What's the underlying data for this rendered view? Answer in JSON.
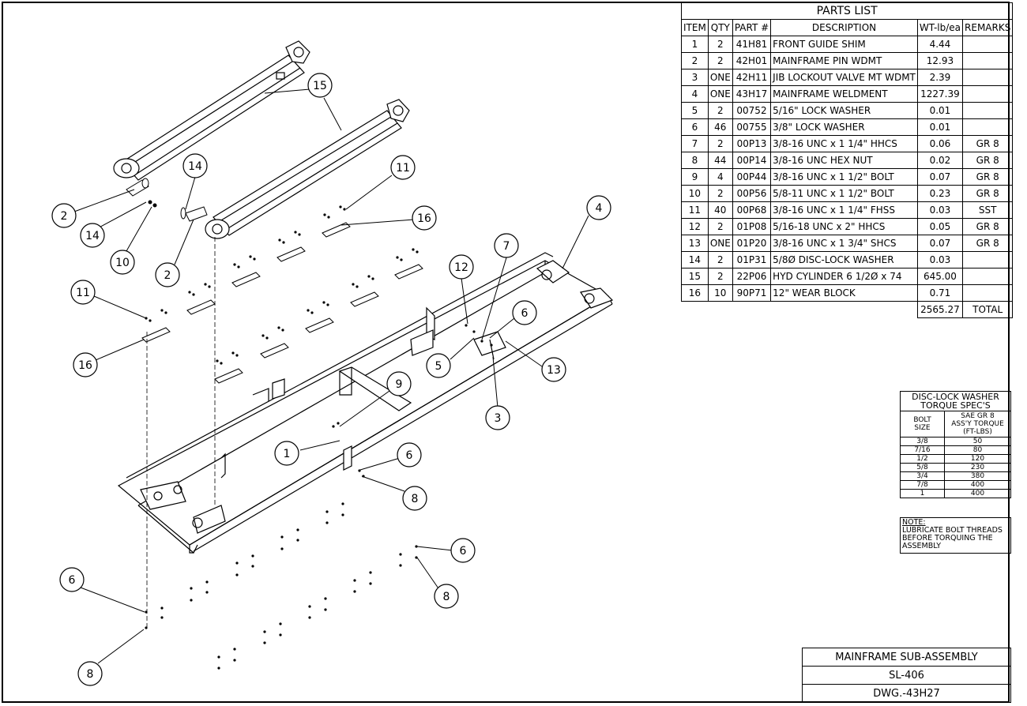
{
  "parts_list": {
    "title": "PARTS LIST",
    "headers": [
      "ITEM",
      "QTY",
      "PART #",
      "DESCRIPTION",
      "WT-lb/ea",
      "REMARKS"
    ],
    "rows": [
      [
        "1",
        "2",
        "41H81",
        "FRONT GUIDE SHIM",
        "4.44",
        ""
      ],
      [
        "2",
        "2",
        "42H01",
        "MAINFRAME PIN WDMT",
        "12.93",
        ""
      ],
      [
        "3",
        "ONE",
        "42H11",
        "JIB LOCKOUT VALVE MT WDMT",
        "2.39",
        ""
      ],
      [
        "4",
        "ONE",
        "43H17",
        "MAINFRAME WELDMENT",
        "1227.39",
        ""
      ],
      [
        "5",
        "2",
        "00752",
        "5/16\" LOCK WASHER",
        "0.01",
        ""
      ],
      [
        "6",
        "46",
        "00755",
        "3/8\" LOCK WASHER",
        "0.01",
        ""
      ],
      [
        "7",
        "2",
        "00P13",
        "3/8-16 UNC x 1 1/4\" HHCS",
        "0.06",
        "GR 8"
      ],
      [
        "8",
        "44",
        "00P14",
        "3/8-16 UNC HEX NUT",
        "0.02",
        "GR 8"
      ],
      [
        "9",
        "4",
        "00P44",
        "3/8-16 UNC x 1 1/2\" BOLT",
        "0.07",
        "GR 8"
      ],
      [
        "10",
        "2",
        "00P56",
        "5/8-11 UNC x 1 1/2\" BOLT",
        "0.23",
        "GR 8"
      ],
      [
        "11",
        "40",
        "00P68",
        "3/8-16 UNC x 1 1/4\" FHSS",
        "0.03",
        "SST"
      ],
      [
        "12",
        "2",
        "01P08",
        "5/16-18 UNC x 2\" HHCS",
        "0.05",
        "GR 8"
      ],
      [
        "13",
        "ONE",
        "01P20",
        "3/8-16 UNC x 1 3/4\" SHCS",
        "0.07",
        "GR 8"
      ],
      [
        "14",
        "2",
        "01P31",
        "5/8Ø DISC-LOCK WASHER",
        "0.03",
        ""
      ],
      [
        "15",
        "2",
        "22P06",
        "HYD CYLINDER 6 1/2Ø x 74",
        "645.00",
        ""
      ],
      [
        "16",
        "10",
        "90P71",
        "12\" WEAR BLOCK",
        "0.71",
        ""
      ]
    ],
    "total_weight": "2565.27",
    "total_label": "TOTAL"
  },
  "torque_spec": {
    "title_line1": "DISC-LOCK WASHER",
    "title_line2": "TORQUE SPEC'S",
    "col1_line1": "BOLT",
    "col1_line2": "SIZE",
    "col2_line1": "SAE GR 8",
    "col2_line2": "ASS'Y TORQUE",
    "col2_line3": "(FT-LBS)",
    "rows": [
      [
        "3/8",
        "50"
      ],
      [
        "7/16",
        "80"
      ],
      [
        "1/2",
        "120"
      ],
      [
        "5/8",
        "230"
      ],
      [
        "3/4",
        "380"
      ],
      [
        "7/8",
        "400"
      ],
      [
        "1",
        "400"
      ]
    ],
    "note_label": "NOTE:",
    "note_line1": "LUBRICATE BOLT THREADS",
    "note_line2": "BEFORE TORQUING THE",
    "note_line3": "ASSEMBLY"
  },
  "title_block": {
    "name": "MAINFRAME SUB-ASSEMBLY",
    "model": "SL-406",
    "drawing": "DWG.-43H27"
  },
  "balloons": [
    {
      "label": "15"
    },
    {
      "label": "14"
    },
    {
      "label": "11"
    },
    {
      "label": "2"
    },
    {
      "label": "14"
    },
    {
      "label": "10"
    },
    {
      "label": "2"
    },
    {
      "label": "16"
    },
    {
      "label": "4"
    },
    {
      "label": "7"
    },
    {
      "label": "12"
    },
    {
      "label": "11"
    },
    {
      "label": "6"
    },
    {
      "label": "16"
    },
    {
      "label": "5"
    },
    {
      "label": "13"
    },
    {
      "label": "3"
    },
    {
      "label": "9"
    },
    {
      "label": "1"
    },
    {
      "label": "6"
    },
    {
      "label": "8"
    },
    {
      "label": "6"
    },
    {
      "label": "8"
    },
    {
      "label": "6"
    },
    {
      "label": "8"
    }
  ]
}
